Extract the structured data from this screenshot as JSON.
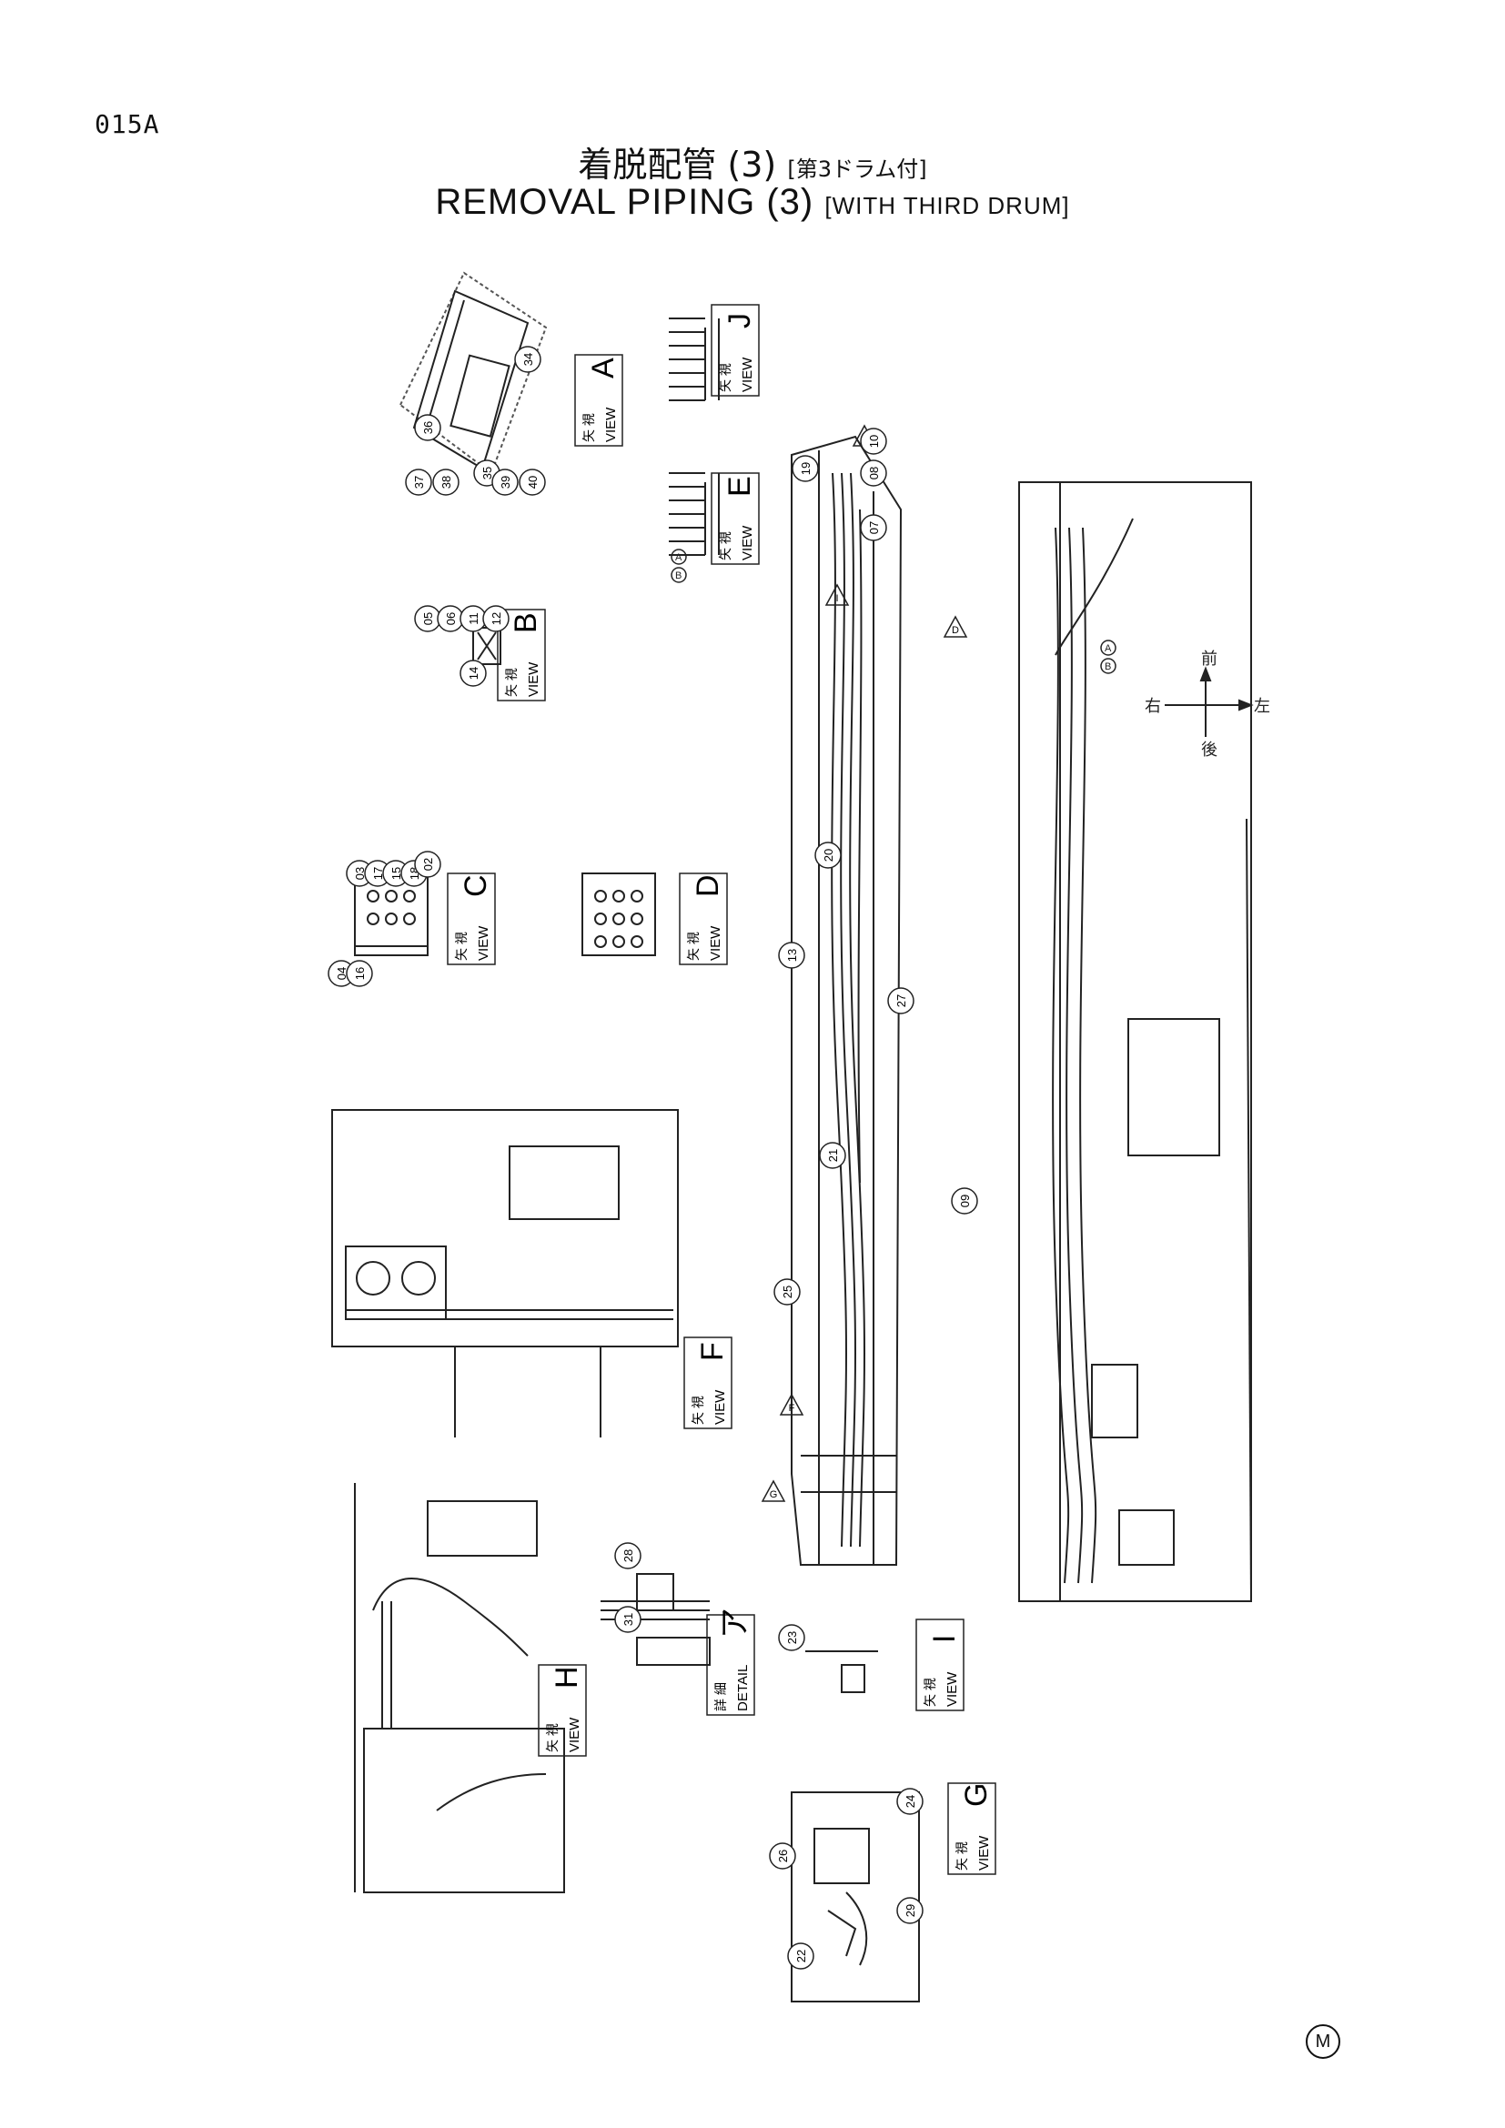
{
  "page_code": "015A",
  "title_jp": "着脱配管 (3)",
  "title_jp_sub": "[第3ドラム付]",
  "title_en": "REMOVAL PIPING (3)",
  "title_en_sub": "[WITH THIRD DRUM]",
  "view_kanji": "矢 視",
  "detail_kanji": "詳 細",
  "views": [
    {
      "key": "view-a",
      "word": "VIEW",
      "letter": "A"
    },
    {
      "key": "view-b",
      "word": "VIEW",
      "letter": "B"
    },
    {
      "key": "view-c",
      "word": "VIEW",
      "letter": "C"
    },
    {
      "key": "view-d",
      "word": "VIEW",
      "letter": "D"
    },
    {
      "key": "view-e",
      "word": "VIEW",
      "letter": "E"
    },
    {
      "key": "view-f",
      "word": "VIEW",
      "letter": "F"
    },
    {
      "key": "view-g",
      "word": "VIEW",
      "letter": "G"
    },
    {
      "key": "view-h",
      "word": "VIEW",
      "letter": "H"
    },
    {
      "key": "view-i",
      "word": "VIEW",
      "letter": "I"
    },
    {
      "key": "view-j",
      "word": "VIEW",
      "letter": "J"
    },
    {
      "key": "detail-a",
      "word": "DETAIL",
      "letter": "ア"
    }
  ],
  "callouts": [
    "34",
    "36",
    "37",
    "38",
    "35",
    "39",
    "40",
    "05",
    "06",
    "11",
    "12",
    "14",
    "03",
    "17",
    "15",
    "18",
    "02",
    "04",
    "16",
    "08",
    "10",
    "19",
    "07",
    "20",
    "13",
    "27",
    "21",
    "25",
    "09",
    "23",
    "28",
    "31",
    "24",
    "26",
    "29",
    "22"
  ],
  "direction_labels": {
    "front": "前",
    "rear": "後",
    "right": "右",
    "left": "左"
  },
  "view_pointers": [
    "A",
    "D",
    "F",
    "G",
    "I"
  ],
  "ab_marks": [
    "A",
    "B"
  ],
  "corner_mark": "M"
}
